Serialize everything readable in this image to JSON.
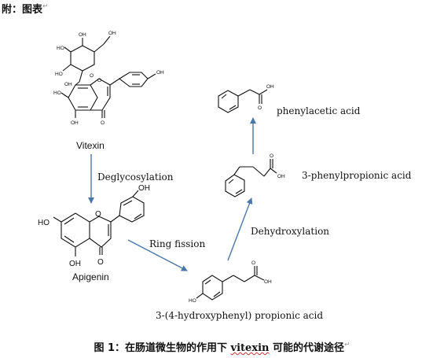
{
  "header": "附：图表",
  "compounds": {
    "vitexin": "Vitexin",
    "apigenin": "Apigenin",
    "hpp_acid": "3-(4-hydroxyphenyl) propionic acid",
    "ppa_acid": "3-phenylpropionic acid",
    "pa_acid": "phenylacetic acid"
  },
  "steps": {
    "deglycosylation": "Deglycosylation",
    "ring_fission": "Ring fission",
    "dehydroxylation": "Dehydroxylation"
  },
  "atoms": {
    "OH": "OH",
    "HO": "HO",
    "O": "O",
    "OHs": "OH",
    "HOs": "HO"
  },
  "caption": {
    "prefix": "图 1：在肠道微生物的作用下 ",
    "em": "vitexin",
    "suffix": " 可能的代谢途径"
  },
  "colors": {
    "arrow": "#4a78a8"
  },
  "icons": {
    "return_mark": "↵"
  }
}
